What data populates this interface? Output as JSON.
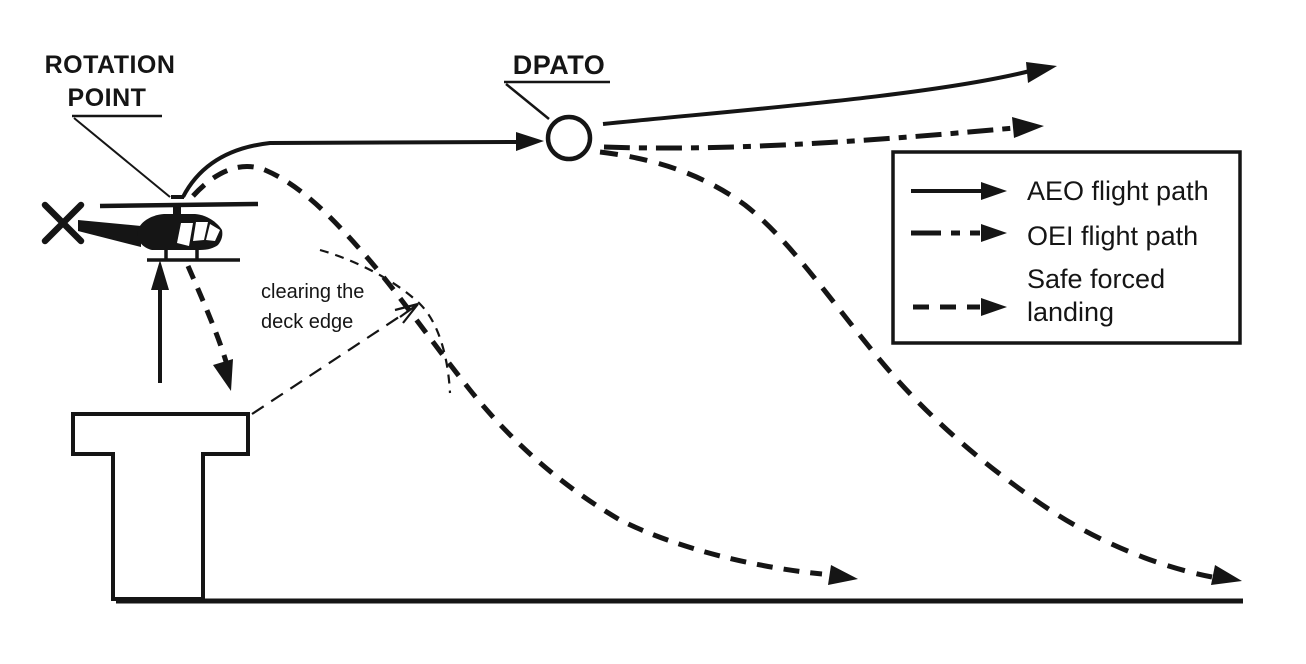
{
  "labels": {
    "rotation_point": {
      "line1": "ROTATION",
      "line2": "POINT"
    },
    "dpato": "DPATO",
    "clearing": {
      "line1": "clearing the",
      "line2": "deck edge"
    }
  },
  "legend": {
    "items": [
      {
        "name": "aeo-flight-path",
        "line_style": "solid",
        "label": "AEO flight path"
      },
      {
        "name": "oei-flight-path",
        "line_style": "dash-dot",
        "label": "OEI flight path"
      },
      {
        "name": "safe-forced-landing",
        "line_style": "dashed",
        "label_line1": "Safe forced",
        "label_line2": "landing"
      }
    ]
  },
  "colors": {
    "ink": "#151515",
    "paper": "#ffffff"
  }
}
